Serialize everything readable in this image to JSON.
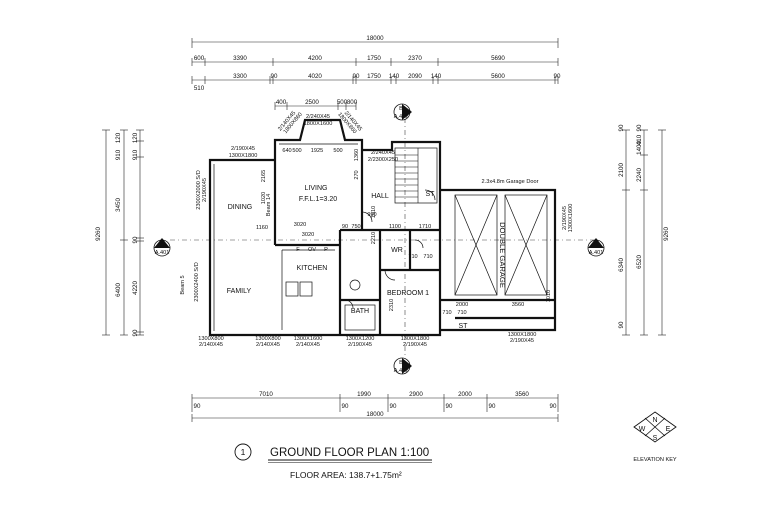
{
  "top_dims": {
    "overall": "18000",
    "row1": [
      "600",
      "3390",
      "4200",
      "1750",
      "2370",
      "5690"
    ],
    "row2": [
      "510",
      "3300",
      "90",
      "4020",
      "90",
      "1750",
      "140",
      "2090",
      "140",
      "5600",
      "90"
    ],
    "row3": [
      "400",
      "2500",
      "500",
      "800"
    ]
  },
  "bottom_dims": {
    "row1": [
      "7010",
      "1990",
      "2900",
      "2000",
      "3560"
    ],
    "row2": [
      "90",
      "90",
      "90",
      "90",
      "90",
      "90"
    ],
    "overall": "18000"
  },
  "left_dims": {
    "overall": "9260",
    "col1": [
      "3450",
      "6400"
    ],
    "col2": [
      "120",
      "910",
      "90",
      "4220",
      "90"
    ],
    "col_small": [
      "120",
      "910"
    ]
  },
  "right_dims": {
    "overall": "9260",
    "col1": [
      "2100",
      "6340"
    ],
    "col2": [
      "1400",
      "2240",
      "6520"
    ],
    "small": [
      "90",
      "90",
      "410",
      "90"
    ]
  },
  "rooms": {
    "dining": "DINING",
    "living": "LIVING",
    "ffl": "F.F.L.1=3.20",
    "hall": "HALL",
    "kitchen": "KITCHEN",
    "family": "FAMILY",
    "wr": "WR",
    "bedroom": "BEDROOM 1",
    "bath": "BATH",
    "garage": "DOUBLE GARAGE",
    "st1": "ST",
    "st2": "ST",
    "garage_door": "2.3x4.8m Garage Door"
  },
  "fixtures": [
    "F",
    "OV",
    "P"
  ],
  "beams": [
    "Beam 14",
    "Beam 5"
  ],
  "windows": [
    "2/240X45",
    "1800X1600",
    "2/140X45",
    "1800X860",
    "2/140X45",
    "1800X860",
    "2/190X45",
    "1300X1800",
    "2/240X45",
    "2/2300X250",
    "2300X2000 S/D",
    "2/190X45",
    "2300X2400 S/D",
    "1300X800",
    "2/140X45",
    "1300X800",
    "2/140X45",
    "1300X1600",
    "2/140X45",
    "1300X1200",
    "2/190X45",
    "1300X1800",
    "2/190X45",
    "1300X1800",
    "2/190X45",
    "2/190X45",
    "1300X1600"
  ],
  "interior_dims": [
    "640",
    "500",
    "1925",
    "500",
    "2165",
    "3020",
    "1020",
    "1510",
    "1100",
    "750",
    "1710",
    "990",
    "3020",
    "1160",
    "710",
    "710",
    "2000",
    "3560",
    "2310",
    "710",
    "710",
    "270",
    "1360",
    "90",
    "2210",
    "1010"
  ],
  "markers": {
    "a401_left": "A",
    "a401_left_ref": "A.401",
    "a401_right": "A",
    "a401_right_ref": "A.401",
    "b402_top": "B",
    "b402_top_ref": "A.402",
    "b402_bottom": "B",
    "b402_bottom_ref": "A.402"
  },
  "title_block": {
    "number": "1",
    "title": "GROUND FLOOR PLAN  1:100",
    "area": "FLOOR AREA: 138.7+1.75m²"
  },
  "elevation_key": {
    "n": "N",
    "s": "S",
    "e": "E",
    "w": "W",
    "label": "ELEVATION KEY"
  }
}
